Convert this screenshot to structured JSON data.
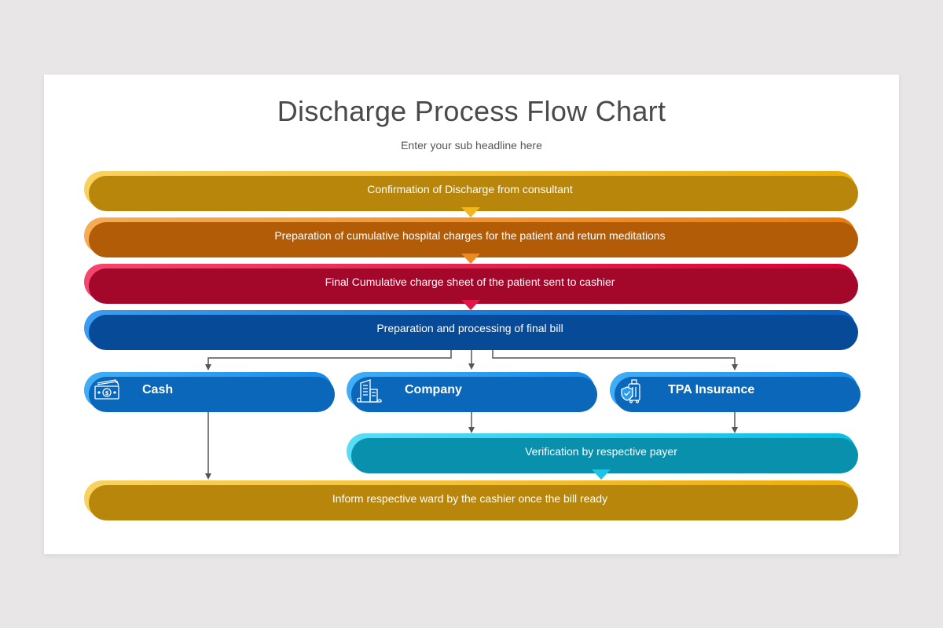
{
  "title": "Discharge Process Flow Chart",
  "subtitle": "Enter your sub headline here",
  "steps": [
    {
      "text": "Confirmation of Discharge from consultant",
      "color": "#f3be33"
    },
    {
      "text": "Preparation of cumulative hospital charges for the patient and return meditations",
      "color": "#f0922f"
    },
    {
      "text": "Final Cumulative charge sheet of the patient sent to cashier",
      "color": "#e41f4e"
    },
    {
      "text": "Preparation and processing of final bill",
      "color": "#1c7ad8"
    }
  ],
  "payment_options": [
    {
      "label": "Cash",
      "icon": "cash-icon"
    },
    {
      "label": "Company",
      "icon": "building-icon"
    },
    {
      "label": "TPA Insurance",
      "icon": "insurance-luggage-icon"
    }
  ],
  "verification": {
    "text": "Verification by respective payer",
    "color": "#2dcaec"
  },
  "final_step": {
    "text": "Inform respective ward by the cashier once the bill ready",
    "color": "#f3be33"
  },
  "connector_color": "#555555"
}
